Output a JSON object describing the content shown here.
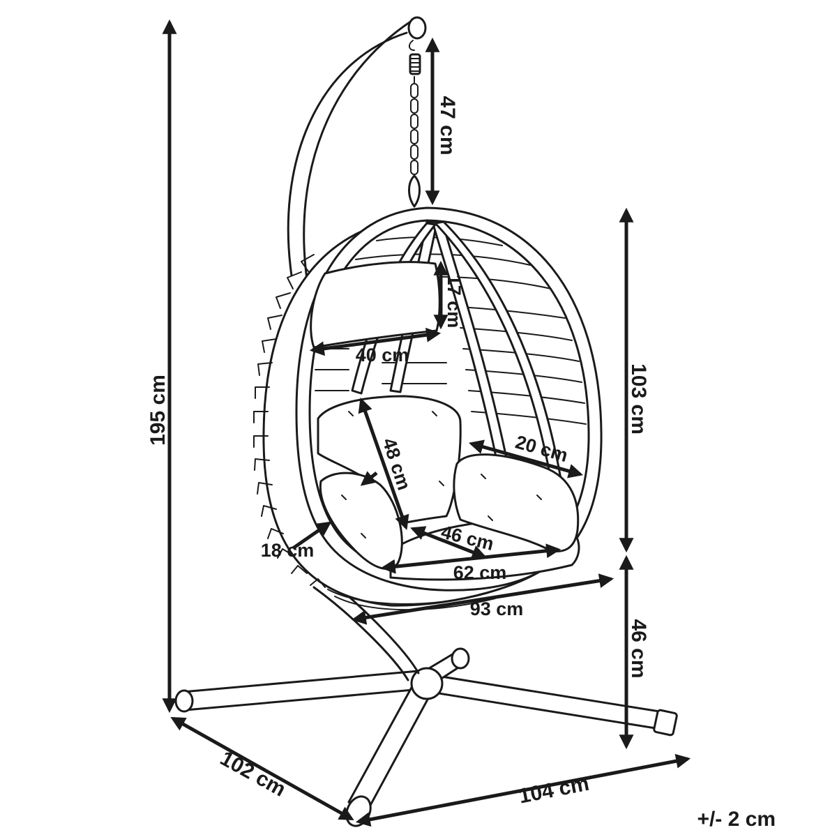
{
  "dimensions": {
    "total_height": "195 cm",
    "chain_length": "47 cm",
    "headrest_height": "17 cm",
    "headrest_width": "40 cm",
    "basket_height": "103 cm",
    "back_cushion_height": "48 cm",
    "side_cushion_depth": "20 cm",
    "seat_depth": "46 cm",
    "side_cushion_thickness": "18 cm",
    "seat_width": "62 cm",
    "overall_width": "93 cm",
    "seat_height": "46 cm",
    "base_depth": "102 cm",
    "base_width": "104 cm"
  },
  "tolerance": "+/- 2 cm",
  "colors": {
    "line": "#1a1a1a",
    "background": "#ffffff"
  }
}
